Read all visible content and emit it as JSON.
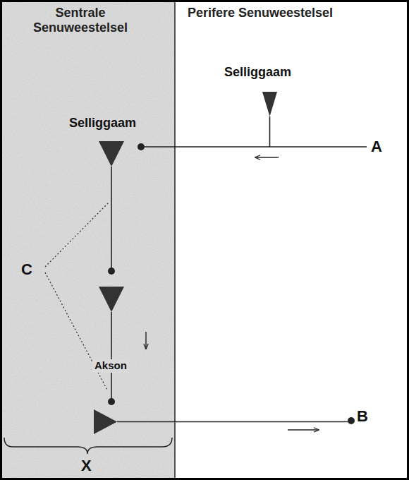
{
  "diagram": {
    "nodes": [
      {
        "text": [
          "Sentrale Senuweestelsel"
        ]
      },
      {
        "text": [
          "Perifere Senuweestelsel"
        ]
      }
    ],
    "labels": [
      "Selliggaam",
      "Selliggaam",
      "A",
      "C",
      "Akson",
      "B",
      "X"
    ]
  }
}
